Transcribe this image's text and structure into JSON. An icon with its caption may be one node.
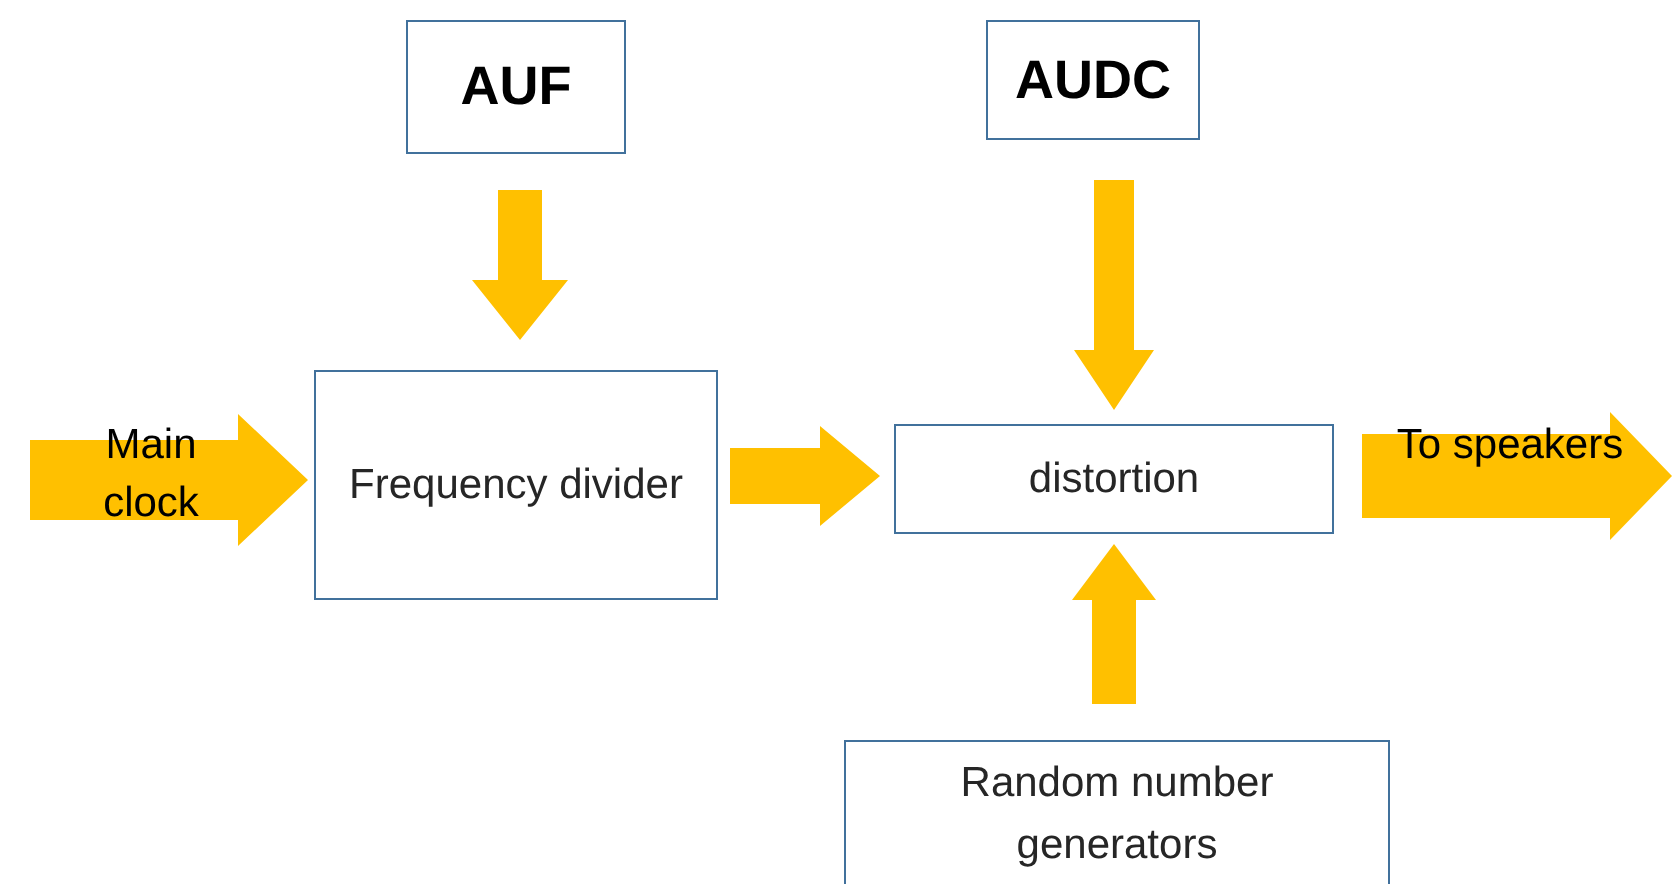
{
  "diagram": {
    "nodes": [
      {
        "text": [
          "AUF"
        ]
      },
      {
        "text": [
          "AUDC"
        ]
      },
      {
        "text": [
          "Frequency divider"
        ]
      },
      {
        "text": [
          "distortion"
        ]
      },
      {
        "text": [
          "Random number generators"
        ]
      }
    ],
    "edges": [
      {
        "from": null,
        "to": 2,
        "arrow": "to",
        "label": "Main clock"
      },
      {
        "from": 0,
        "to": 2,
        "arrow": "to"
      },
      {
        "from": 2,
        "to": 3,
        "arrow": "to"
      },
      {
        "from": 1,
        "to": 3,
        "arrow": "to"
      },
      {
        "from": 4,
        "to": 3,
        "arrow": "to"
      },
      {
        "from": 3,
        "to": null,
        "arrow": "to",
        "label": "To speakers"
      }
    ]
  }
}
